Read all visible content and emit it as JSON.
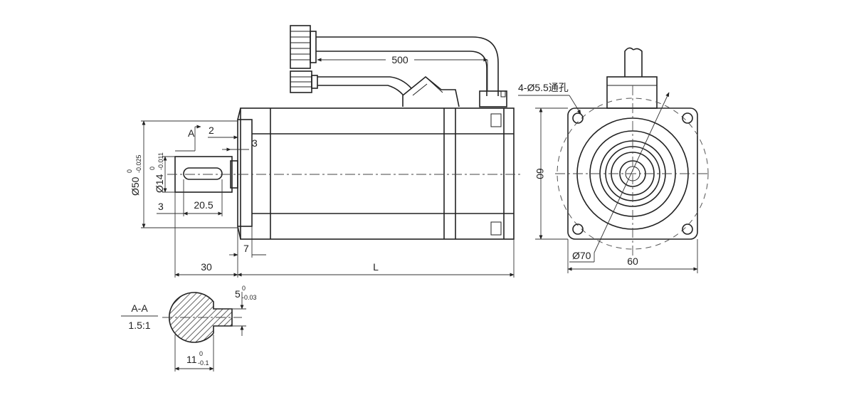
{
  "side_view": {
    "cable_length": "500",
    "section_marker": "A",
    "dim_flange_step": "2",
    "dim_shoulder": "3",
    "dim_key_offset": "3",
    "dim_key_length": "20.5",
    "dim_shaft_length": "30",
    "dim_flange_thickness": "7",
    "dim_body_length": "L",
    "dim_pilot_dia": "Ø50",
    "dim_pilot_tol_upper": "0",
    "dim_pilot_tol_lower": "-0.025",
    "dim_shaft_dia": "Ø14",
    "dim_shaft_tol_upper": "0",
    "dim_shaft_tol_lower": "-0.011"
  },
  "end_view": {
    "hole_callout": "4-Ø5.5通孔",
    "dim_height": "60",
    "dim_width": "60",
    "dim_bolt_circle": "Ø70"
  },
  "section_view": {
    "label": "A-A",
    "scale": "1.5:1",
    "key_width": "5",
    "key_tol_upper": "0",
    "key_tol_lower": "-0.03",
    "shaft_flat": "11",
    "flat_tol_upper": "0",
    "flat_tol_lower": "-0.1"
  }
}
